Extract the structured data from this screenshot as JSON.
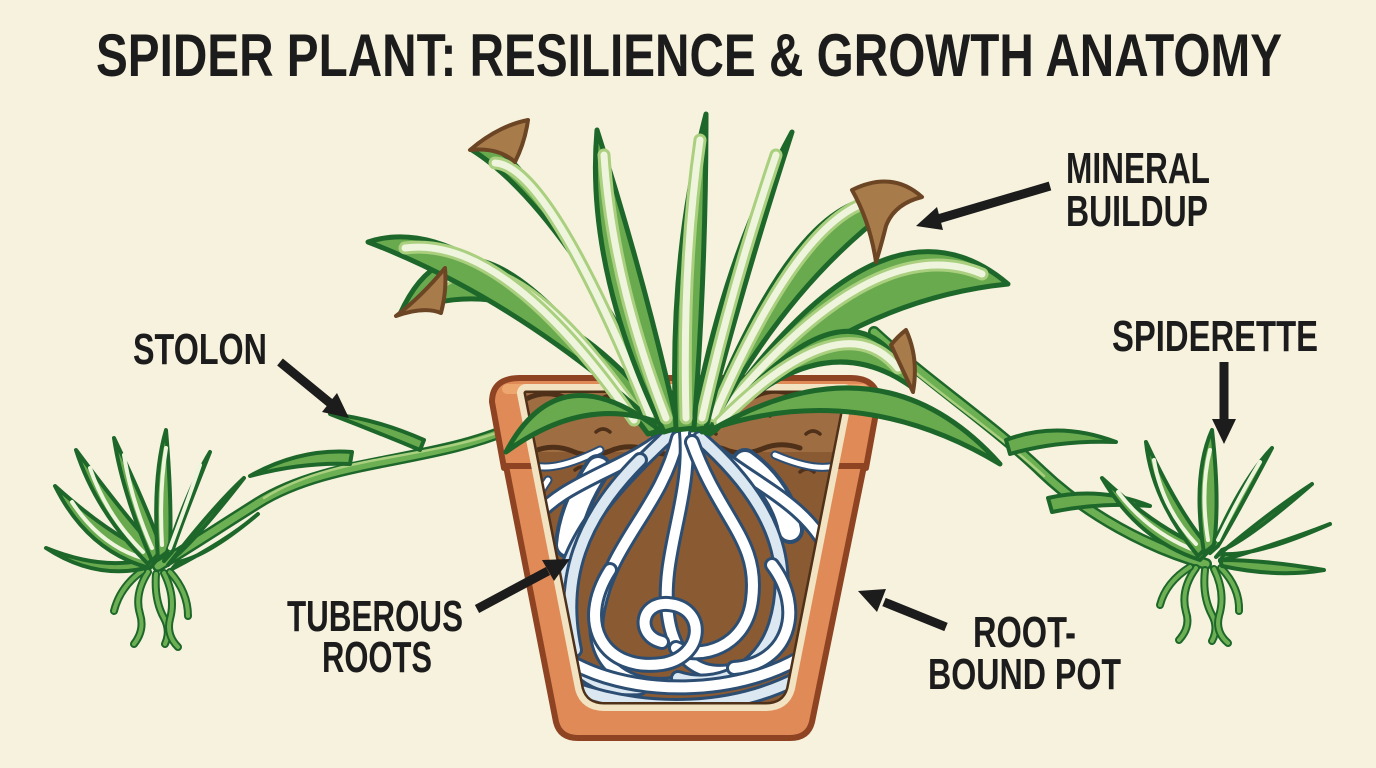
{
  "title": "SPIDER PLANT: RESILIENCE & GROWTH ANATOMY",
  "labels": {
    "stolon": "STOLON",
    "mineral_buildup_line1": "MINERAL",
    "mineral_buildup_line2": "BUILDUP",
    "spiderette": "SPIDERETTE",
    "tuberous_roots_line1": "TUBEROUS",
    "tuberous_roots_line2": "ROOTS",
    "root_bound_pot_line1": "ROOT-",
    "root_bound_pot_line2": "BOUND POT"
  },
  "colors": {
    "background": "#f7f2dd",
    "ink": "#1c1c1c",
    "leaf_green": "#69aa4e",
    "leaf_outline": "#1e672b",
    "leaf_stripe": "#eef5dc",
    "leaf_stripe2": "#a9cf7f",
    "stolon_green": "#6db054",
    "tip_brown": "#a87b4b",
    "tip_brown_dark": "#6b4524",
    "pot_orange": "#e08a57",
    "pot_light": "#efa872",
    "pot_outline": "#8e4423",
    "pot_inner_cream": "#f2e3c2",
    "soil_top": "#9e6d42",
    "soil_brown": "#8a5a33",
    "soil_dark": "#4f3018",
    "root_white": "#ffffff",
    "root_shade": "#dce8f1",
    "root_outline": "#2d4e73"
  }
}
